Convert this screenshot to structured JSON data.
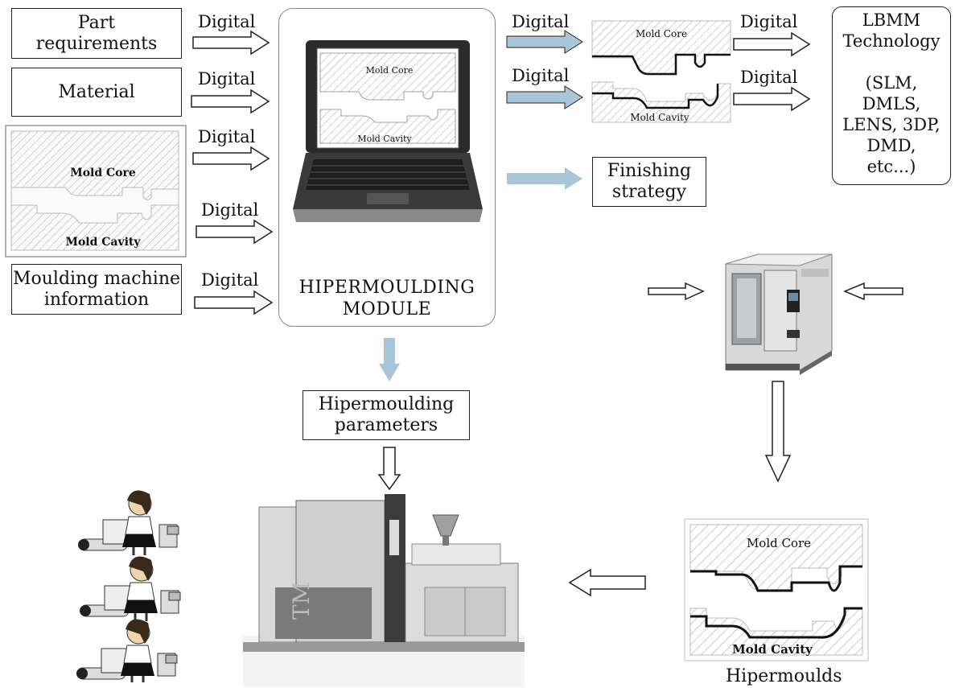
{
  "inputs": {
    "part_requirements": "Part\nrequirements",
    "material": "Material",
    "moulding_machine_info": "Moulding machine\ninformation"
  },
  "arrow_label": "Digital",
  "mold": {
    "core": "Mold Core",
    "cavity": "Mold Cavity"
  },
  "module": {
    "title": "HIPERMOULDING\nMODULE"
  },
  "finishing_strategy": "Finishing\nstrategy",
  "parameters": "Hipermoulding\nparameters",
  "lbmm": {
    "text": "LBMM\nTechnology\n\n(SLM,\nDMLS,\nLENS, 3DP,\nDMD,\netc...)"
  },
  "hipermoulds_caption": "Hipermoulds",
  "colors": {
    "blue_arrow": "#a9c6d8",
    "hatch": "#9a9a9a",
    "outline": "#222222"
  }
}
